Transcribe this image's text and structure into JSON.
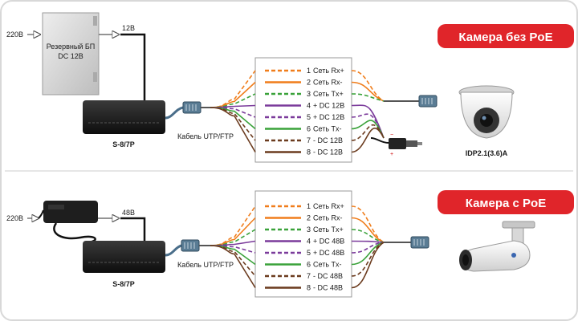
{
  "colors": {
    "banner_red": "#e0252a",
    "orange": "#f07d1b",
    "green": "#3aa23a",
    "purple": "#7b3b9b",
    "brown": "#6b3b1e",
    "ps_gray": "#d9d9d9",
    "switch_black": "#1c1c1c",
    "outer_border": "#d8d8d8"
  },
  "top": {
    "banner": "Камера без PoE",
    "input_voltage": "220В",
    "psu_label_line1": "Резервный БП",
    "psu_label_line2": "DC 12В",
    "psu_output": "12В",
    "switch_model": "S-8/7P",
    "cable_label": "Кабель UTP/FTP",
    "camera_model": "IDP2.1(3.6)A",
    "pins": [
      {
        "num": "1",
        "label": "Сеть Rx+",
        "color": "orange",
        "style": "dashed"
      },
      {
        "num": "2",
        "label": "Сеть Rx-",
        "color": "orange",
        "style": "solid"
      },
      {
        "num": "3",
        "label": "Сеть Tx+",
        "color": "green",
        "style": "dashed"
      },
      {
        "num": "4",
        "label": "+ DC 12В",
        "color": "purple",
        "style": "solid"
      },
      {
        "num": "5",
        "label": "+ DC 12В",
        "color": "purple",
        "style": "dashed"
      },
      {
        "num": "6",
        "label": "Сеть Tx-",
        "color": "green",
        "style": "solid"
      },
      {
        "num": "7",
        "label": "- DC 12В",
        "color": "brown",
        "style": "dashed"
      },
      {
        "num": "8",
        "label": "- DC 12В",
        "color": "brown",
        "style": "solid"
      }
    ],
    "icons": {
      "camera": "dome-camera-icon",
      "dc_plug": "dc-plug-icon",
      "psu": "power-supply-box-icon"
    }
  },
  "bottom": {
    "banner": "Камера с PoE",
    "input_voltage": "220В",
    "adapter_output": "48В",
    "switch_model": "S-8/7P",
    "cable_label": "Кабель UTP/FTP",
    "pins": [
      {
        "num": "1",
        "label": "Сеть Rx+",
        "color": "orange",
        "style": "dashed"
      },
      {
        "num": "2",
        "label": "Сеть Rx-",
        "color": "orange",
        "style": "solid"
      },
      {
        "num": "3",
        "label": "Сеть Tx+",
        "color": "green",
        "style": "dashed"
      },
      {
        "num": "4",
        "label": "+ DC 48В",
        "color": "purple",
        "style": "solid"
      },
      {
        "num": "5",
        "label": "+ DC 48В",
        "color": "purple",
        "style": "dashed"
      },
      {
        "num": "6",
        "label": "Сеть Tx-",
        "color": "green",
        "style": "solid"
      },
      {
        "num": "7",
        "label": "- DC 48В",
        "color": "brown",
        "style": "dashed"
      },
      {
        "num": "8",
        "label": "- DC 48В",
        "color": "brown",
        "style": "solid"
      }
    ],
    "icons": {
      "camera": "bullet-camera-icon",
      "adapter": "power-adapter-icon"
    }
  }
}
